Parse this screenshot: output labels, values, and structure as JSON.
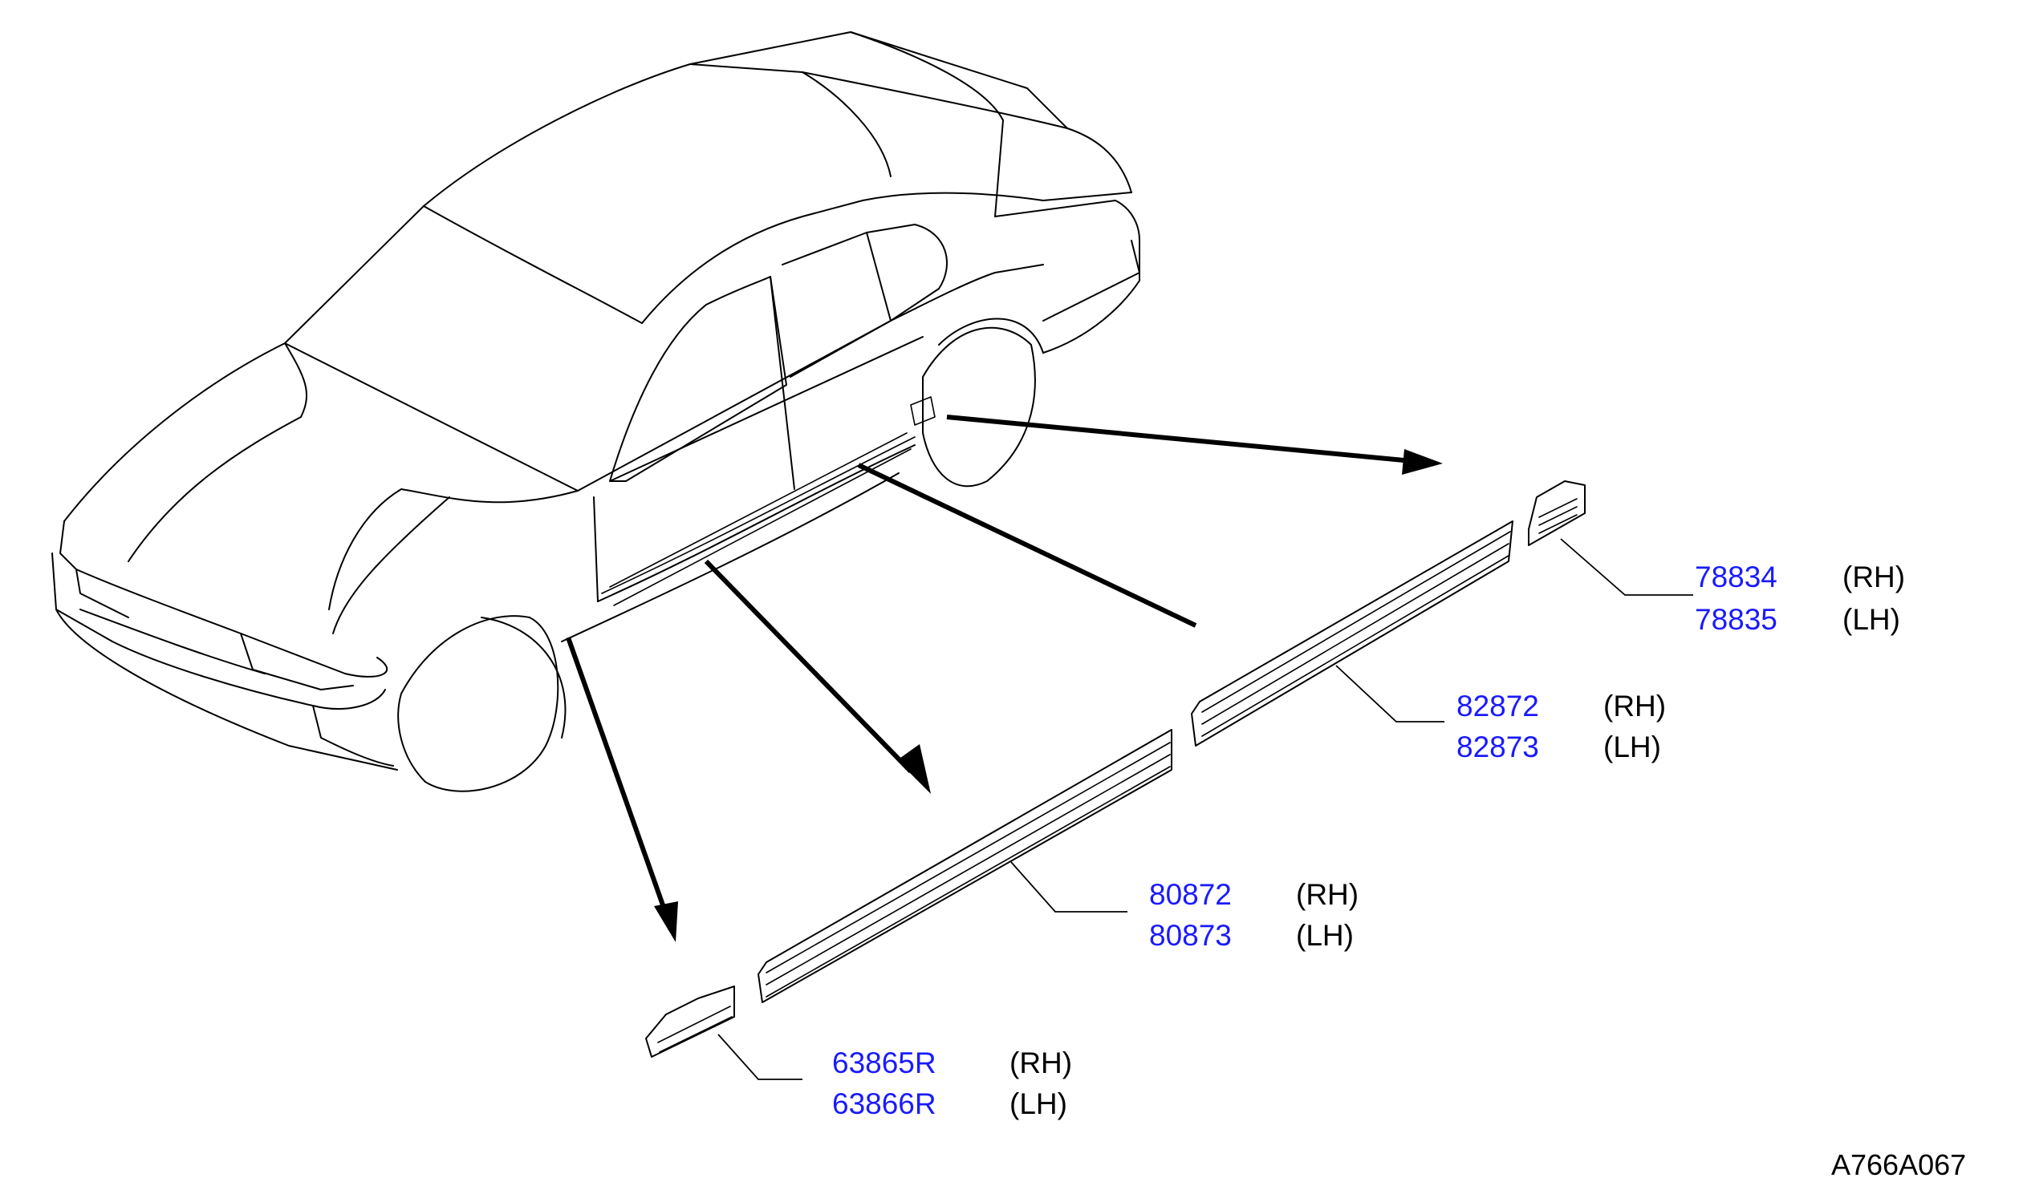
{
  "colors": {
    "part_number": "#1a1aff",
    "line": "#000000",
    "background": "#ffffff"
  },
  "callouts": [
    {
      "id": "rear-ornament",
      "rh_number": "78834",
      "lh_number": "78835",
      "rh_label": "(RH)",
      "lh_label": "(LH)"
    },
    {
      "id": "rear-door-moulding",
      "rh_number": "82872",
      "lh_number": "82873",
      "rh_label": "(RH)",
      "lh_label": "(LH)"
    },
    {
      "id": "front-door-moulding",
      "rh_number": "80872",
      "lh_number": "80873",
      "rh_label": "(RH)",
      "lh_label": "(LH)"
    },
    {
      "id": "fender-moulding",
      "rh_number": "63865R",
      "lh_number": "63866R",
      "rh_label": "(RH)",
      "lh_label": "(LH)"
    }
  ],
  "reference_code": "A766A067"
}
